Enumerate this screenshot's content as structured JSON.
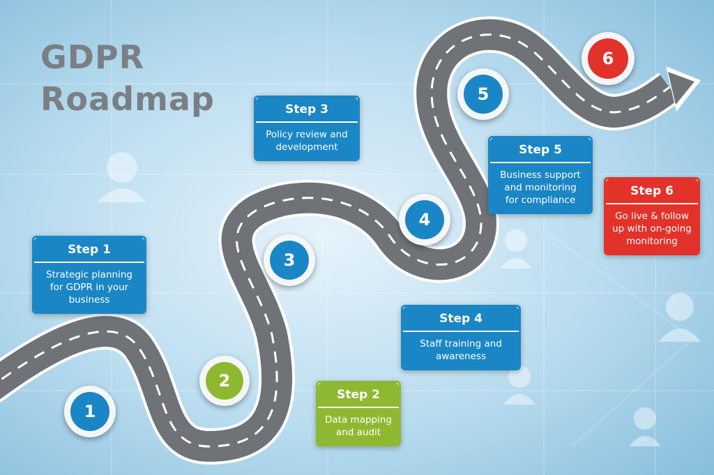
{
  "title": {
    "line1": "GDPR",
    "line2": "Roadmap"
  },
  "colors": {
    "blue": "#1a86c5",
    "green": "#8fb832",
    "red": "#e2322a",
    "road": "#6f7377",
    "title": "#7a7f84"
  },
  "markers": [
    {
      "number": "1",
      "color": "blue"
    },
    {
      "number": "2",
      "color": "green"
    },
    {
      "number": "3",
      "color": "blue"
    },
    {
      "number": "4",
      "color": "blue"
    },
    {
      "number": "5",
      "color": "blue"
    },
    {
      "number": "6",
      "color": "red"
    }
  ],
  "steps": [
    {
      "label": "Step 1",
      "lines": [
        "Strategic planning",
        "for GDPR in your",
        "business"
      ],
      "color": "blue"
    },
    {
      "label": "Step 2",
      "lines": [
        "Data mapping",
        "and audit"
      ],
      "color": "green"
    },
    {
      "label": "Step 3",
      "lines": [
        "Policy review and",
        "development"
      ],
      "color": "blue"
    },
    {
      "label": "Step 4",
      "lines": [
        "Staff training and",
        "awareness"
      ],
      "color": "blue"
    },
    {
      "label": "Step 5",
      "lines": [
        "Business support",
        "and monitoring",
        "for compliance"
      ],
      "color": "blue"
    },
    {
      "label": "Step 6",
      "lines": [
        "Go live & follow",
        "up with on-going",
        "monitoring"
      ],
      "color": "red"
    }
  ]
}
